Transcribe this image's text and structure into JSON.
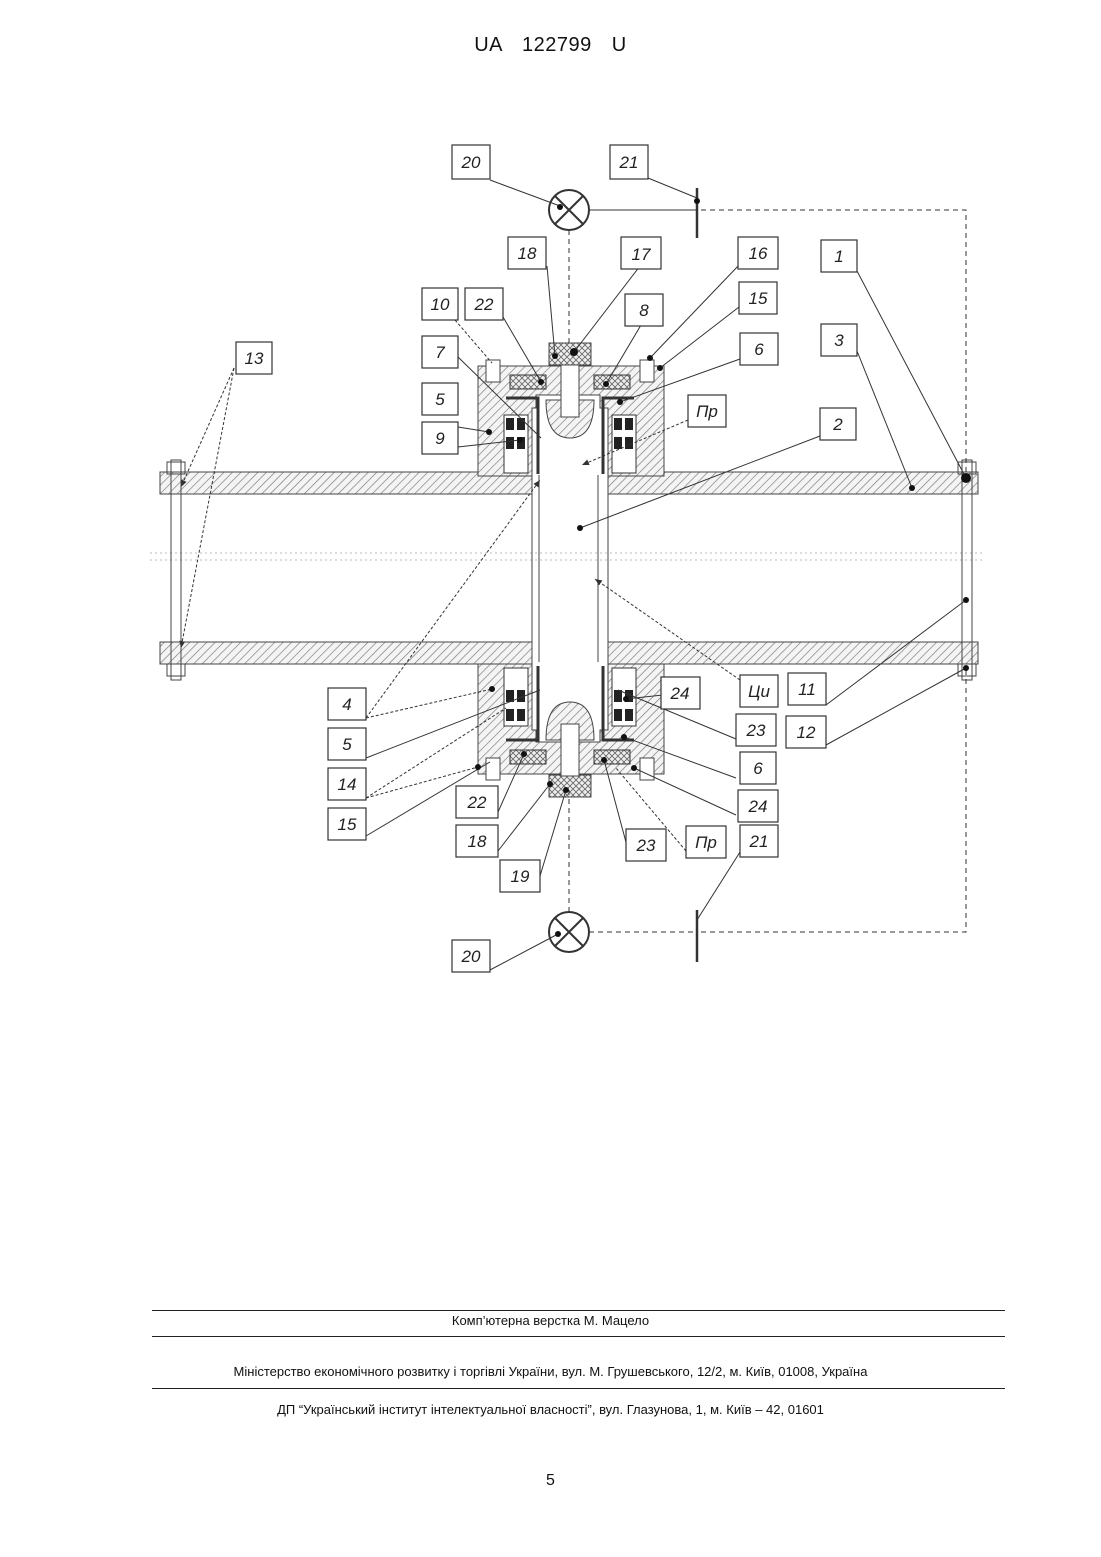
{
  "header": {
    "country": "UA",
    "number": "122799",
    "kind": "U"
  },
  "figure": {
    "labels": {
      "l20a": "20",
      "l21a": "21",
      "l18a": "18",
      "l17": "17",
      "l16": "16",
      "l1": "1",
      "l10": "10",
      "l22a": "22",
      "l8": "8",
      "l15a": "15",
      "l7": "7",
      "l6a": "6",
      "l3": "3",
      "l13": "13",
      "l5a": "5",
      "l9": "9",
      "l_pr_a": "Пр",
      "l2": "2",
      "l4": "4",
      "l5b": "5",
      "l14": "14",
      "l15b": "15",
      "l24a": "24",
      "l_tsy": "Ци",
      "l11": "11",
      "l23a": "23",
      "l12": "12",
      "l6b": "6",
      "l22b": "22",
      "l24b": "24",
      "l18b": "18",
      "l23b": "23",
      "l_pr_b": "Пр",
      "l21b": "21",
      "l19": "19",
      "l20b": "20"
    }
  },
  "footer": {
    "layout_credit": "Комп’ютерна верстка М. Мацело",
    "ministry": "Міністерство економічного розвитку і торгівлі України, вул. М. Грушевського, 12/2, м. Київ, 01008, Україна",
    "institute": "ДП “Український інститут інтелектуальної власності”, вул. Глазунова, 1, м. Київ – 42, 01601"
  },
  "page_number": "5"
}
